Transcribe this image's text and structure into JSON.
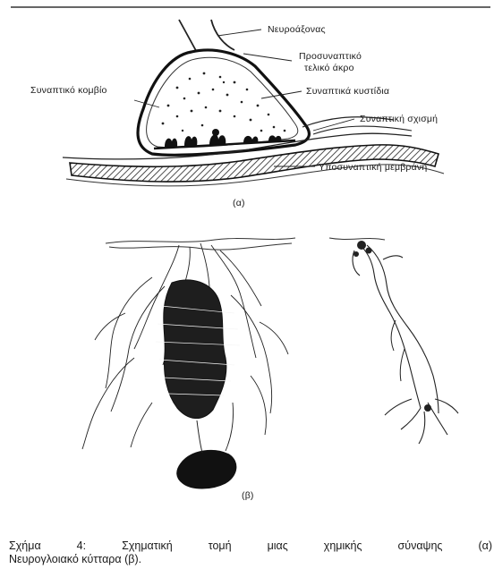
{
  "panel_a": {
    "labels": {
      "axon": "Νευροάξονας",
      "presyn_1": "Προσυναπτικό",
      "presyn_2": "τελικό άκρο",
      "bouton": "Συναπτικό κομβίο",
      "vesicles": "Συναπτικά κυστίδια",
      "cleft": "Συναπτική σχισμή",
      "postsyn": "Υποσυναπτική μεμβράνη"
    },
    "panel_label": "(α)"
  },
  "panel_b": {
    "panel_label": "(β)"
  },
  "caption": {
    "line1": "Σχήμα 4: Σχηματική τομή μιας χημικής σύναψης (α)",
    "line2": "Νευρογλοιακό κύτταρα (β)."
  }
}
